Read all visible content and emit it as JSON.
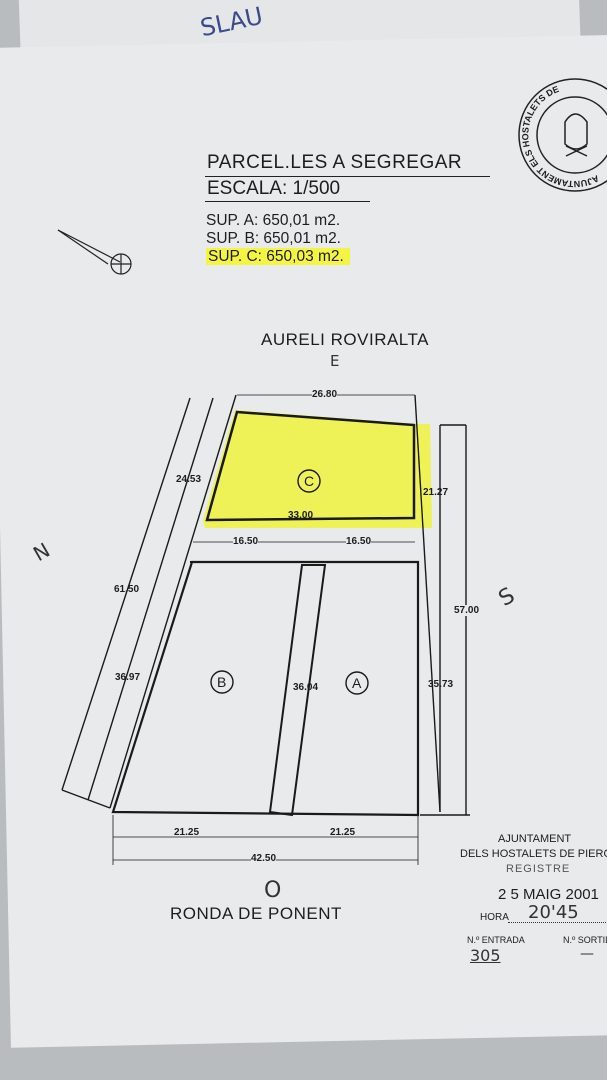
{
  "document": {
    "title": "PARCEL.LES A SEGREGAR",
    "scale": "ESCALA: 1/500",
    "surfaces": [
      {
        "label": "SUP. A: 650,01 m2.",
        "highlighted": false
      },
      {
        "label": "SUP. B: 650,01 m2.",
        "highlighted": false
      },
      {
        "label": "SUP. C: 650,03 m2.",
        "highlighted": true
      }
    ],
    "highlight_color": "#f3f542",
    "streets": {
      "top": "AURELI ROVIRALTA",
      "bottom": "RONDA DE PONENT"
    },
    "handwritten": {
      "east": "E",
      "west": "O",
      "north": "N",
      "south": "S",
      "top_note": "SLAU"
    },
    "parcels": [
      "C",
      "B",
      "A"
    ],
    "dimensions": {
      "top_width": "26.80",
      "c_left": "24.53",
      "c_right": "21.27",
      "c_bottom": "33.00",
      "half_left": "16.50",
      "half_right": "16.50",
      "left_total": "61.50",
      "right_total": "57.00",
      "b_left": "36.97",
      "middle": "36.04",
      "a_right": "35.73",
      "bottom_left": "21.25",
      "bottom_right": "21.25",
      "bottom_total": "42.50"
    },
    "seal": {
      "text": "AJUNTAMENT ELS HOSTALETS DE"
    },
    "stamp": {
      "line1": "AJUNTAMENT",
      "line2": "DELS HOSTALETS DE PIEROLA",
      "line3": "REGISTRE",
      "date": "2 5 MAIG 2001",
      "hora_label": "HORA",
      "hora_value": "20'45",
      "entrada_label": "N.º ENTRADA",
      "entrada_value": "305",
      "sortida_label": "N.º SORTIDA",
      "sortida_value": "—"
    }
  }
}
